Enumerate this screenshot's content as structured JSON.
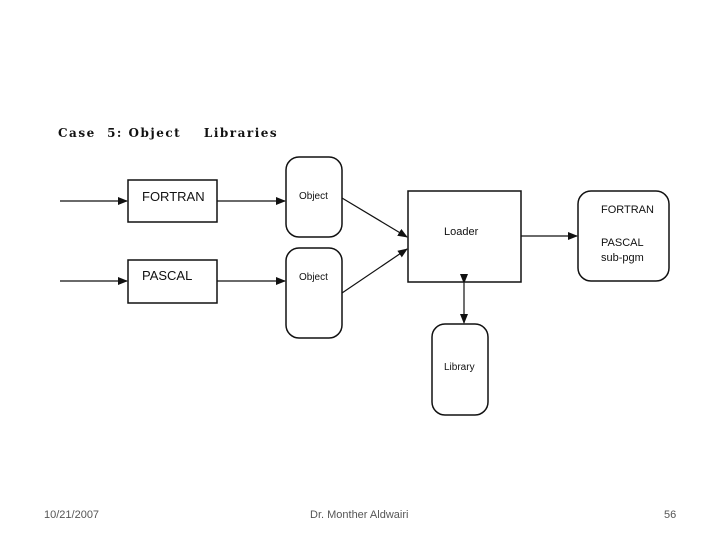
{
  "title": "Case  5: Object    Libraries",
  "diagram": {
    "source_box_1": "FORTRAN",
    "source_box_2": "PASCAL",
    "object_1": "Object",
    "object_2": "Object",
    "loader": "Loader",
    "library": "Library",
    "output_line_1": "FORTRAN",
    "output_line_2": "PASCAL",
    "output_line_3": "sub-pgm"
  },
  "footer": {
    "date": "10/21/2007",
    "author": "Dr. Monther Aldwairi",
    "page": "56"
  }
}
